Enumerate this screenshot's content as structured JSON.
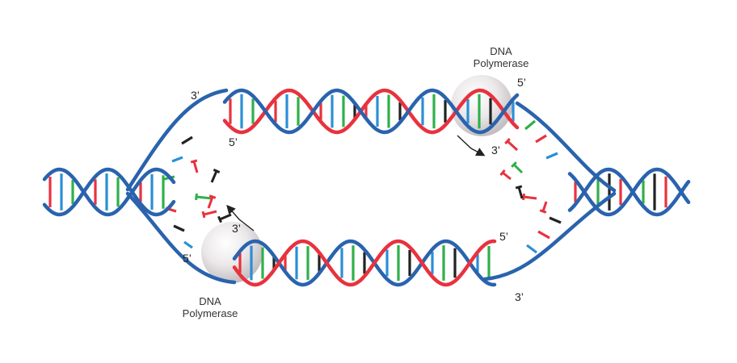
{
  "colors": {
    "background": "#ffffff",
    "parent_strand": "#2a63ad",
    "new_strand": "#e8323e",
    "base_pairs": [
      "#e8323e",
      "#2b8fd6",
      "#2fb04a",
      "#222222"
    ],
    "polymerase": "#d9d4d7",
    "arrow": "#222222"
  },
  "polymerase_top": {
    "line1": "DNA",
    "line2": "Polymerase",
    "icon": "sphere-enzyme"
  },
  "polymerase_bottom": {
    "line1": "DNA",
    "line2": "Polymerase",
    "icon": "sphere-enzyme"
  },
  "strand_ends": {
    "top_left_outer": "3’",
    "top_left_inner": "5’",
    "top_right_outer": "5’",
    "top_right_inner": "3’",
    "bottom_left_outer": "5’",
    "bottom_left_inner": "3’",
    "bottom_right_inner": "5’",
    "bottom_right_outer": "3’"
  },
  "direction_arrows": [
    "arrow-top-right",
    "arrow-bottom-left"
  ]
}
